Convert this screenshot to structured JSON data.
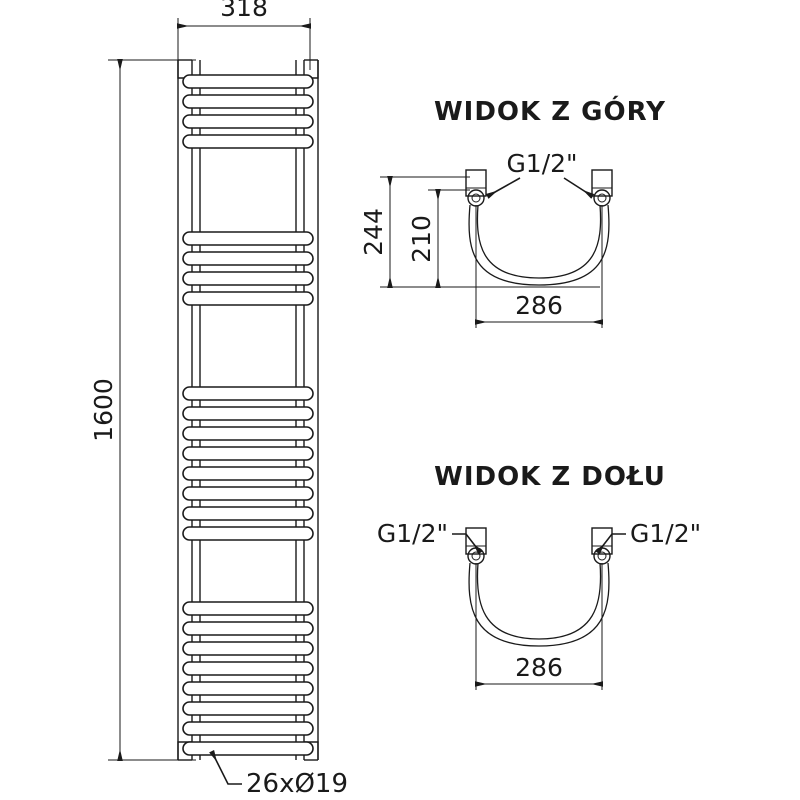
{
  "drawing": {
    "type": "technical-drawing",
    "subject": "towel-radiator",
    "units": "mm",
    "background_color": "#ffffff",
    "line_color": "#1a1a1a"
  },
  "front_view": {
    "width_dimension": "318",
    "height_dimension": "1600",
    "element_note": "26xØ19",
    "rung_count": 26,
    "rung_groups": [
      4,
      4,
      8,
      8
    ]
  },
  "top_view": {
    "title": "WIDOK Z GÓRY",
    "connection_label": "G1/2\"",
    "dimensions": {
      "outer_height": "244",
      "inner_height": "210",
      "width": "286"
    }
  },
  "bottom_view": {
    "title": "WIDOK Z DOŁU",
    "connection_label_left": "G1/2\"",
    "connection_label_right": "G1/2\"",
    "dimensions": {
      "width": "286"
    }
  }
}
